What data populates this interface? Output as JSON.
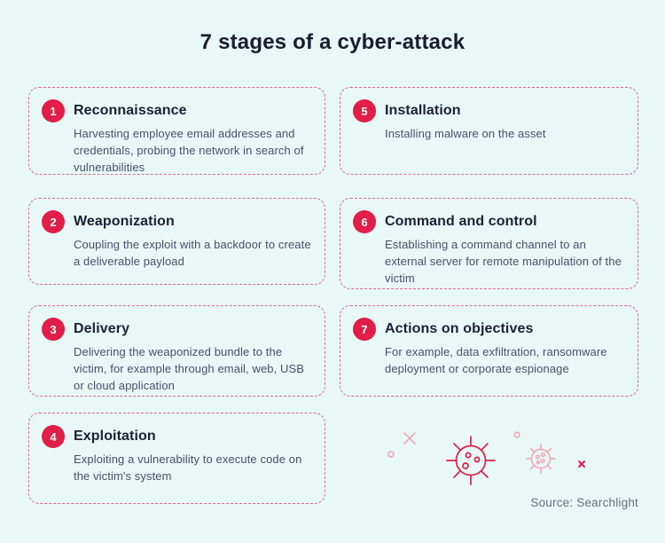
{
  "title": "7 stages of a cyber-attack",
  "colors": {
    "background": "#e7f8f7",
    "accent_red": "#e11d48",
    "border_pink": "#e56a84",
    "light_pink": "#f2abba",
    "title_text": "#1b1c2e",
    "heading_text": "#1e2035",
    "body_text": "#4a506a",
    "source_text": "#66737f",
    "badge_text": "#ffffff"
  },
  "stages": [
    {
      "number": "1",
      "title": "Reconnaissance",
      "description": "Harvesting employee email addresses and credentials, probing the network in search of vulnerabilities"
    },
    {
      "number": "2",
      "title": "Weaponization",
      "description": "Coupling the exploit with a backdoor to create a deliverable payload"
    },
    {
      "number": "3",
      "title": "Delivery",
      "description": "Delivering the weaponized bundle to the victim, for example through email, web, USB or cloud application"
    },
    {
      "number": "4",
      "title": "Exploitation",
      "description": "Exploiting a vulnerability to execute code on the victim's system"
    },
    {
      "number": "5",
      "title": "Installation",
      "description": "Installing malware on the asset"
    },
    {
      "number": "6",
      "title": "Command and control",
      "description": "Establishing a command channel to an external server for remote manipulation of the victim"
    },
    {
      "number": "7",
      "title": "Actions on objectives",
      "description": "For example, data exfiltration, ransomware deployment or corporate espionage"
    }
  ],
  "decorations": {
    "icons": [
      "x-mark-large",
      "small-circle-left",
      "virus-icon-large",
      "small-circle-top",
      "virus-icon-small",
      "x-mark-small"
    ]
  },
  "source": {
    "label": "Source: Searchlight"
  }
}
